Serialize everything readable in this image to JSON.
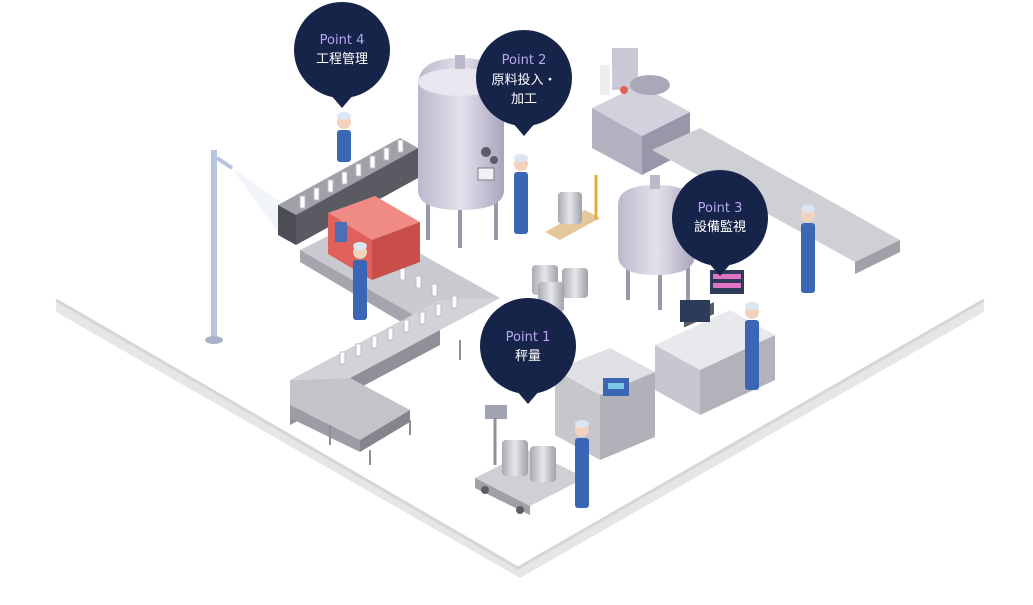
{
  "points": [
    {
      "label": "Point 1",
      "lines": [
        "秤量"
      ]
    },
    {
      "label": "Point 2",
      "lines": [
        "原料投入・",
        "加工"
      ]
    },
    {
      "label": "Point 3",
      "lines": [
        "設備監視"
      ]
    },
    {
      "label": "Point 4",
      "lines": [
        "工程管理"
      ]
    }
  ],
  "colors": {
    "bubble": "#172449",
    "point_label": "#b9a7f2",
    "bubble_text": "#ffffff",
    "floor_edge": "#d9dadc",
    "worker_suit": "#3a66b5",
    "machine": "#c7c8cf",
    "tank": "#cdc9d8",
    "accent_red": "#e0605b"
  }
}
